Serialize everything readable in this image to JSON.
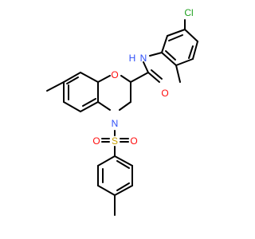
{
  "colors": {
    "bond": "#000000",
    "carbon": "#000000",
    "oxygen": "#ff0d0d",
    "nitrogen": "#3050f8",
    "sulfur": "#c8a000",
    "chlorine": "#1fa01f"
  },
  "atoms": {
    "chlorine": "Cl",
    "amide_nh": "N",
    "amide_h": "H",
    "ring_oxygen": "O",
    "carbonyl_oxygen": "O",
    "ring_nitrogen": "N",
    "sulfur": "S",
    "sulfonyl_oxygen_left": "O",
    "sulfonyl_oxygen_right": "O"
  }
}
